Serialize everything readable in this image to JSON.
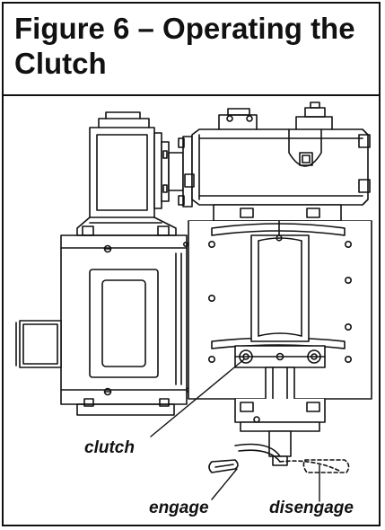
{
  "figure": {
    "title": "Figure 6 – Operating the Clutch"
  },
  "labels": {
    "clutch": "clutch",
    "engage": "engage",
    "disengage": "disengage"
  },
  "colors": {
    "ink": "#111111",
    "background": "#ffffff"
  }
}
